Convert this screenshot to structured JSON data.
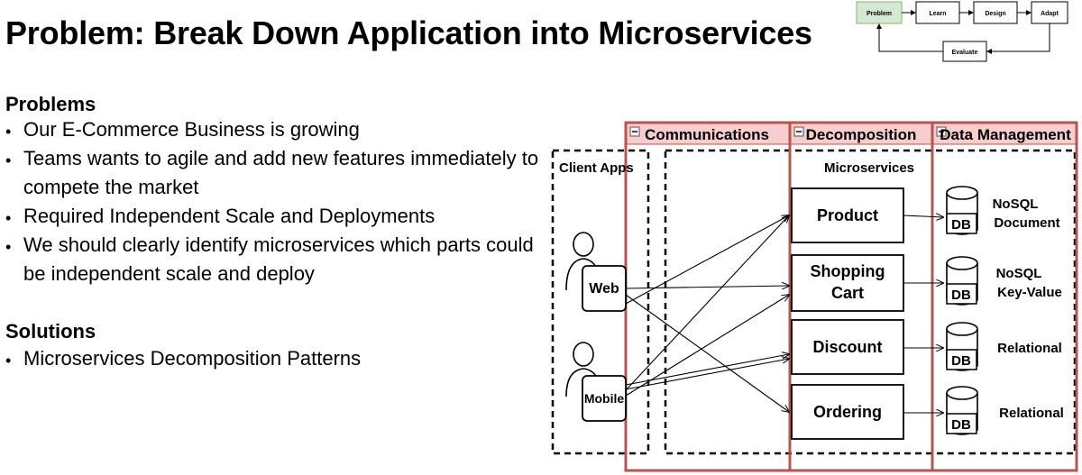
{
  "title": "Problem: Break Down Application into Microservices",
  "problems": {
    "heading": "Problems",
    "items": [
      "Our E-Commerce Business is growing",
      "Teams wants to agile and add new features immediately to compete the market",
      "Required Independent Scale and Deployments",
      "We should clearly identify microservices which parts could be independent scale and deploy"
    ]
  },
  "solutions": {
    "heading": "Solutions",
    "items": [
      "Microservices Decomposition Patterns"
    ]
  },
  "mini_flow": {
    "steps": [
      "Problem",
      "Learn",
      "Design",
      "Adapt"
    ],
    "feedback": "Evaluate",
    "active_color": "#d5e8d4"
  },
  "diagram": {
    "panels": {
      "communications": "Communications",
      "decomposition": "Decomposition",
      "data_management": "Data Management"
    },
    "collapse_glyph": "−",
    "client_apps_label": "Client Apps",
    "microservices_label": "Microservices",
    "clients": [
      "Web",
      "Mobile"
    ],
    "services": [
      "Product",
      "Shopping Cart",
      "Discount",
      "Ordering"
    ],
    "databases": [
      {
        "icon": "DB",
        "type": "NoSQL Document"
      },
      {
        "icon": "DB",
        "type": "NoSQL Key-Value"
      },
      {
        "icon": "DB",
        "type": "Relational"
      },
      {
        "icon": "DB",
        "type": "Relational"
      }
    ],
    "colors": {
      "panel_border": "#b85450",
      "panel_header_fill": "#f8cecc"
    }
  }
}
